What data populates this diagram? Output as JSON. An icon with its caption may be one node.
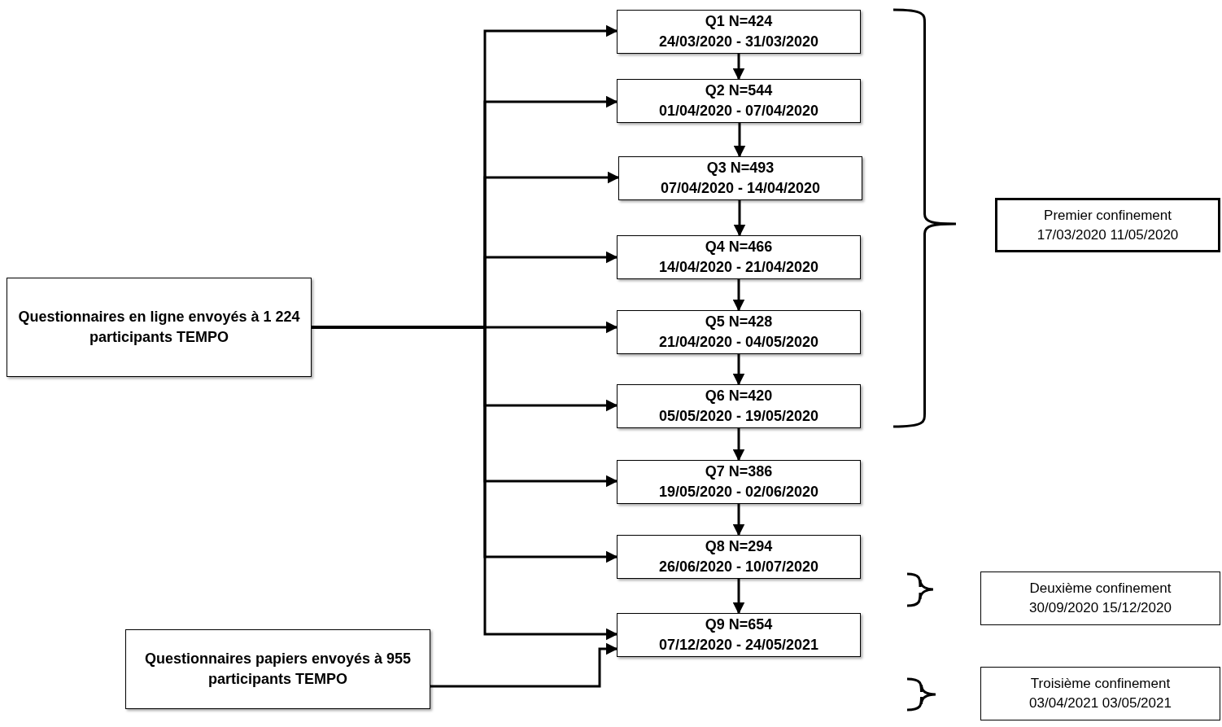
{
  "diagram": {
    "nodes": [
      {
        "text": [
          "Q1 N=424",
          "24/03/2020 - 31/03/2020"
        ]
      },
      {
        "text": [
          "Q2 N=544",
          "01/04/2020 - 07/04/2020"
        ]
      },
      {
        "text": [
          "Q3 N=493",
          "07/04/2020 - 14/04/2020"
        ]
      },
      {
        "text": [
          "Q4 N=466",
          "14/04/2020 - 21/04/2020"
        ]
      },
      {
        "text": [
          "Q5 N=428",
          "21/04/2020 - 04/05/2020"
        ]
      },
      {
        "text": [
          "Q6 N=420",
          "05/05/2020 - 19/05/2020"
        ]
      },
      {
        "text": [
          "Q7 N=386",
          "19/05/2020 - 02/06/2020"
        ]
      },
      {
        "text": [
          "Q8 N=294",
          "26/06/2020 - 10/07/2020"
        ]
      },
      {
        "text": [
          "Q9 N=654",
          "07/12/2020 - 24/05/2021"
        ]
      },
      {
        "text": [
          "Questionnaires en ligne envoyés à 1 224 participants TEMPO"
        ]
      },
      {
        "text": [
          "Questionnaires papiers envoyés à 955 participants TEMPO"
        ]
      },
      {
        "text": [
          "Premier confinement",
          "17/03/2020 11/05/2020"
        ]
      },
      {
        "text": [
          "Deuxième confinement",
          "30/09/2020 15/12/2020"
        ]
      },
      {
        "text": [
          "Troisième confinement",
          "03/04/2021 03/05/2021"
        ]
      }
    ],
    "edges": [
      {
        "from": 9,
        "to": 0,
        "arrow": "to"
      },
      {
        "from": 9,
        "to": 1,
        "arrow": "to"
      },
      {
        "from": 9,
        "to": 2,
        "arrow": "to"
      },
      {
        "from": 9,
        "to": 3,
        "arrow": "to"
      },
      {
        "from": 9,
        "to": 4,
        "arrow": "to"
      },
      {
        "from": 9,
        "to": 5,
        "arrow": "to"
      },
      {
        "from": 9,
        "to": 6,
        "arrow": "to"
      },
      {
        "from": 9,
        "to": 7,
        "arrow": "to"
      },
      {
        "from": 9,
        "to": 8,
        "arrow": "to"
      },
      {
        "from": 0,
        "to": 1,
        "arrow": "to"
      },
      {
        "from": 1,
        "to": 2,
        "arrow": "to"
      },
      {
        "from": 2,
        "to": 3,
        "arrow": "to"
      },
      {
        "from": 3,
        "to": 4,
        "arrow": "to"
      },
      {
        "from": 4,
        "to": 5,
        "arrow": "to"
      },
      {
        "from": 5,
        "to": 6,
        "arrow": "to"
      },
      {
        "from": 6,
        "to": 7,
        "arrow": "to"
      },
      {
        "from": 7,
        "to": 8,
        "arrow": "to"
      },
      {
        "from": 10,
        "to": 8,
        "arrow": "to"
      }
    ]
  }
}
